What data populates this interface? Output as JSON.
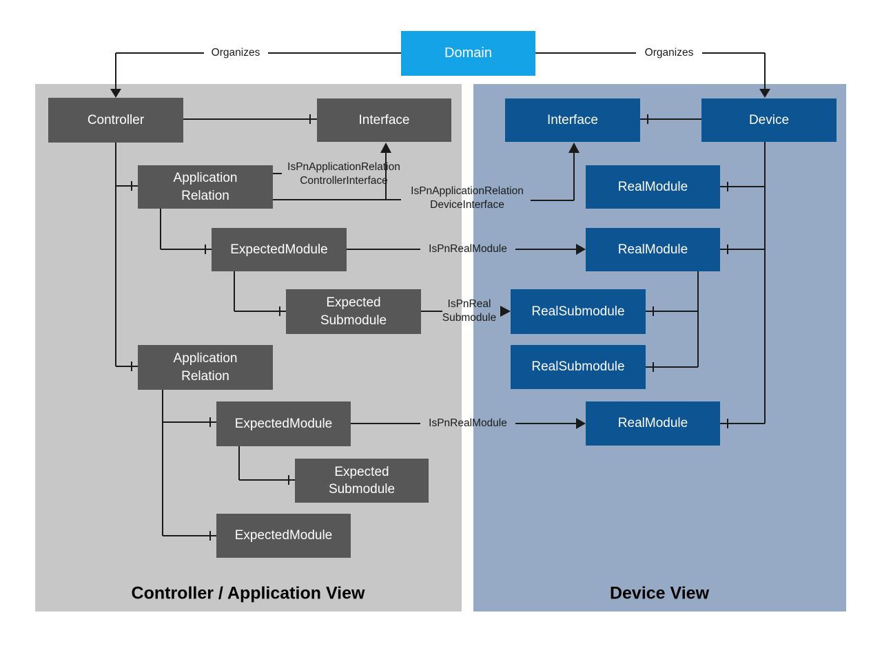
{
  "colors": {
    "domain_blue": "#13a3e6",
    "controller_box_gray": "#575757",
    "device_box_blue": "#0d5493",
    "controller_panel_gray": "#c7c7c7",
    "device_panel_blue": "#96aac6",
    "line_black": "#1a1a1a"
  },
  "domain": {
    "label": "Domain"
  },
  "panels": {
    "controller_view": {
      "caption": "Controller / Application View"
    },
    "device_view": {
      "caption": "Device View"
    }
  },
  "nodes": {
    "controller": "Controller",
    "interface_left": "Interface",
    "app_relation_1": "Application\nRelation",
    "expected_module_1": "ExpectedModule",
    "expected_submodule_1": "Expected\nSubmodule",
    "app_relation_2": "Application\nRelation",
    "expected_module_2": "ExpectedModule",
    "expected_submodule_2": "Expected\nSubmodule",
    "expected_module_3": "ExpectedModule",
    "interface_right": "Interface",
    "device": "Device",
    "real_module_1": "RealModule",
    "real_module_2": "RealModule",
    "real_submodule_1": "RealSubmodule",
    "real_submodule_2": "RealSubmodule",
    "real_module_3": "RealModule"
  },
  "edge_labels": {
    "organizes_left": "Organizes",
    "organizes_right": "Organizes",
    "ctrl_interface_relation": "IsPnApplicationRelation\nControllerInterface",
    "device_interface_relation": "IsPnApplicationRelation\nDeviceInterface",
    "ispn_real_module_1": "IsPnRealModule",
    "ispn_real_submodule": "IsPnReal\nSubmodule",
    "ispn_real_module_2": "IsPnRealModule"
  }
}
